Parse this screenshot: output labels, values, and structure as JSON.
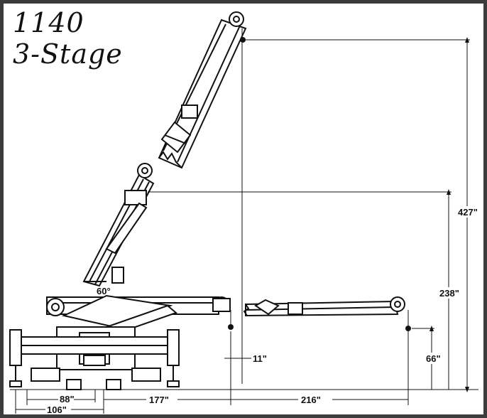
{
  "title": {
    "line1": "1140",
    "line2": "3-Stage"
  },
  "labels": {
    "angle": "60°",
    "height_max": "427\"",
    "height_mid": "238\"",
    "height_hook": "66\"",
    "offset_side": "11\"",
    "width_outrigger": "88\"",
    "width_overall": "106\"",
    "reach_vertical": "177\"",
    "reach_horizontal": "216\""
  },
  "colors": {
    "line": "#111111",
    "frame": "#3c3c3c",
    "background": "#ffffff"
  }
}
